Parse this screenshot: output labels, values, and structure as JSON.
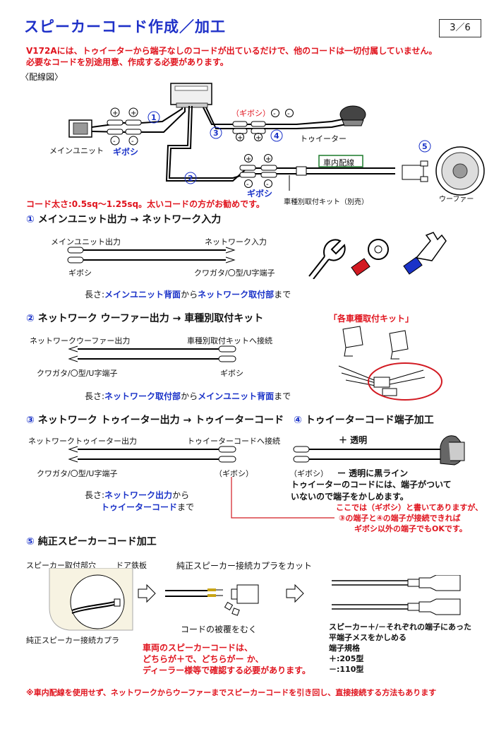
{
  "title": "スピーカーコード作成／加工",
  "page": "3／6",
  "intro": [
    "V172Aには、トゥイーターから端子なしのコードが出ているだけで、他のコードは一切付属していません。",
    "必要なコードを別途用意、作成する必要があります。"
  ],
  "wiring_label": "〈配線図〉",
  "diagram": {
    "main_unit": "メインユニット",
    "gibosi": "ギボシ",
    "gibosi_paren": "（ギボシ）",
    "tweeter": "トゥイーター",
    "shanai": "車内配線",
    "gibosi2": "ギボシ",
    "kit": "車種別取付キット（別売）",
    "woofer": "ウーファー",
    "n1": "1",
    "n2": "2",
    "n3": "3",
    "n4": "4",
    "n5": "5"
  },
  "wire_note": "コード太さ:0.5sq〜1.25sq。太いコードの方がお勧めです。",
  "sec1": {
    "num": "①",
    "heading": "メインユニット出力 → ネットワーク入力",
    "left_top": "メインユニット出力",
    "right_top": "ネットワーク入力",
    "left_bottom": "ギボシ",
    "right_bottom": "クワガタ/〇型/U字端子",
    "length_prefix": "長さ:",
    "length_a": "メインユニット背面",
    "length_mid": "から",
    "length_b": "ネットワーク取付部",
    "length_suffix": "まで"
  },
  "sec2": {
    "num": "②",
    "heading": "ネットワーク ウーファー出力 → 車種別取付キット",
    "left_top": "ネットワークウーファー出力",
    "right_top": "車種別取付キットへ接続",
    "left_bottom": "クワガタ/〇型/U字端子",
    "right_bottom": "ギボシ",
    "length_prefix": "長さ:",
    "length_a": "ネットワーク取付部",
    "length_mid": "から",
    "length_b": "メインユニット背面",
    "length_suffix": "まで",
    "kit_label": "「各車種取付キット」"
  },
  "sec3": {
    "num": "③",
    "heading": "ネットワーク トゥイーター出力 → トゥイーターコード",
    "left_top": "ネットワークトゥイーター出力",
    "right_top": "トゥイーターコードへ接続",
    "left_bottom": "クワガタ/〇型/U字端子",
    "right_bottom": "（ギボシ）",
    "length_prefix": "長さ:",
    "length_a": "ネットワーク出力",
    "length_mid": "から",
    "length_b": "トゥイーターコード",
    "length_suffix": "まで"
  },
  "sec4": {
    "num": "④",
    "heading": "トゥイーターコード端子加工",
    "plus": "＋ 透明",
    "gibosi": "（ギボシ）",
    "minus": "ー 透明に黒ライン",
    "desc1": "トゥイーターのコードには、端子がついて",
    "desc2": "いないので端子をかしめます。",
    "note1": "ここでは（ギボシ）と書いてありますが、",
    "note2": "③の端子と④の端子が接続できれば",
    "note3": "ギボシ以外の端子でもOKです。"
  },
  "sec5": {
    "num": "⑤",
    "heading": "純正スピーカーコード加工",
    "speaker_hole": "スピーカー取付部穴",
    "door_panel": "ドア鉄板",
    "connector": "純正スピーカー接続カプラ",
    "cut": "純正スピーカー接続カプラをカット",
    "strip": "コードの被覆をむく",
    "right1": "スピーカー＋/－それぞれの端子にあった",
    "right2": "平端子メスをかしめる",
    "spec": "端子規格",
    "spec_plus": "＋:205型",
    "spec_minus": "－:110型",
    "red1": "車両のスピーカーコードは、",
    "red2": "どちらが＋で、どちらがー か、",
    "red3": "ディーラー様等で確認する必要があります。"
  },
  "footer": "※車内配線を使用せず、ネットワークからウーファーまでスピーカーコードを引き回し、直接接続する方法もあります"
}
